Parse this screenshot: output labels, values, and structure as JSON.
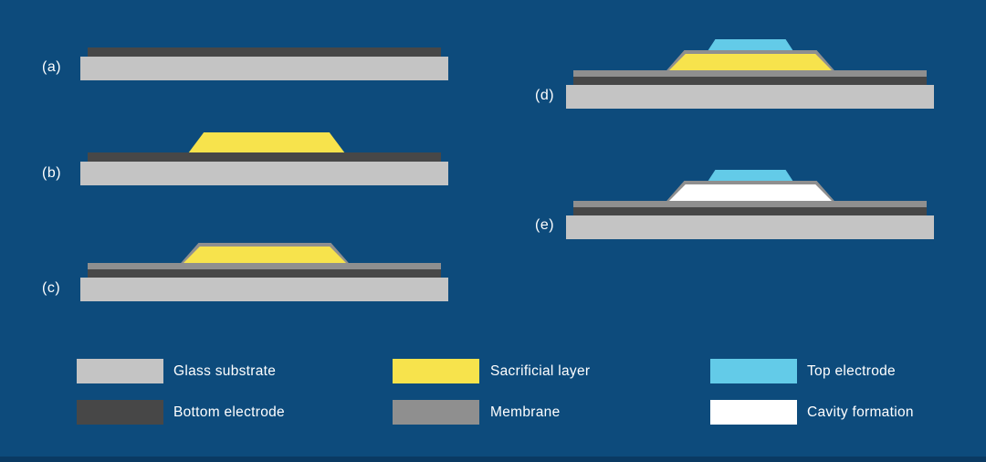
{
  "figure": {
    "type": "fabrication-process-diagram",
    "background_color": "#0d4b7c",
    "bottom_border_color": "#0a3a63",
    "text_color": "#ffffff",
    "colors": {
      "glass_substrate": "#c4c4c4",
      "bottom_electrode": "#474747",
      "sacrificial_layer": "#f7e34c",
      "membrane": "#8f8f8f",
      "top_electrode": "#63cbe8",
      "cavity": "#ffffff"
    },
    "steps": [
      {
        "id": "a",
        "label": "(a)",
        "layers": [
          "glass_substrate",
          "bottom_electrode"
        ]
      },
      {
        "id": "b",
        "label": "(b)",
        "layers": [
          "glass_substrate",
          "bottom_electrode",
          "sacrificial_layer"
        ]
      },
      {
        "id": "c",
        "label": "(c)",
        "layers": [
          "glass_substrate",
          "bottom_electrode",
          "sacrificial_layer",
          "membrane"
        ]
      },
      {
        "id": "d",
        "label": "(d)",
        "layers": [
          "glass_substrate",
          "bottom_electrode",
          "sacrificial_layer",
          "membrane",
          "top_electrode"
        ]
      },
      {
        "id": "e",
        "label": "(e)",
        "layers": [
          "glass_substrate",
          "bottom_electrode",
          "cavity",
          "membrane",
          "top_electrode"
        ]
      }
    ],
    "legend": {
      "items": [
        {
          "label": "Glass substrate",
          "color": "#c4c4c4"
        },
        {
          "label": "Bottom electrode",
          "color": "#474747"
        },
        {
          "label": "Sacrificial layer",
          "color": "#f7e34c"
        },
        {
          "label": "Membrane",
          "color": "#8f8f8f"
        },
        {
          "label": "Top electrode",
          "color": "#63cbe8"
        },
        {
          "label": "Cavity formation",
          "color": "#ffffff"
        }
      ]
    }
  }
}
